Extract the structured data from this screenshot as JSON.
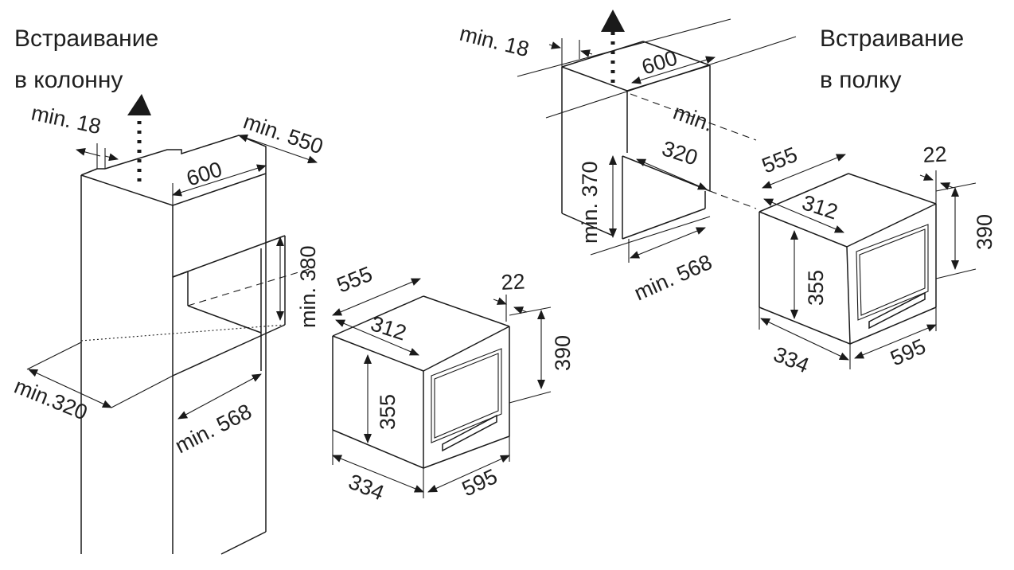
{
  "column": {
    "title_line1": "Встраивание",
    "title_line2": "в колонну",
    "dims": {
      "min_18": "min. 18",
      "min_550": "min. 550",
      "w600": "600",
      "min_380": "min. 380",
      "min_320": "min.320",
      "min_568": "min. 568"
    }
  },
  "shelf": {
    "title_line1": "Встраивание",
    "title_line2": "в полку",
    "dims": {
      "min_18": "min. 18",
      "w600": "600",
      "min": "min.",
      "d320": "320",
      "min_370": "min. 370",
      "min_568": "min. 568"
    }
  },
  "appliance_left": {
    "d555": "555",
    "d22": "22",
    "d312": "312",
    "d390": "390",
    "d355": "355",
    "d334": "334",
    "d595": "595"
  },
  "appliance_right": {
    "d555": "555",
    "d22": "22",
    "d312": "312",
    "d390": "390",
    "d355": "355",
    "d334": "334",
    "d595": "595"
  }
}
